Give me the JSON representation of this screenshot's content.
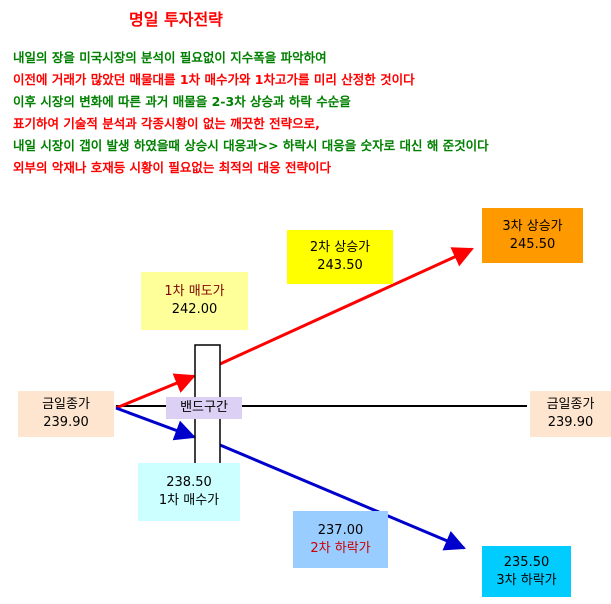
{
  "title": "명일 투자전략",
  "description_lines": [
    {
      "text": "내일의 장을 미국시장의 분석이 필요없이 지수폭을 파악하여",
      "color": "#008000"
    },
    {
      "text": "이전에 거래가 많았던 매물대를 1차 매수가와 1차고가를 미리 산정한 것이다",
      "color": "#ff0000"
    },
    {
      "text": "이후 시장의 변화에 따른 과거 매물을 2-3차 상승과 하락 수순을",
      "color": "#008000"
    },
    {
      "text": "표기하여 기술적  분석과 각종시황이 없는 깨끗한 전략으로,",
      "color": "#ff0000"
    },
    {
      "text": "내일 시장이 갭이 발생 하였을때 상승시 대응과>> 하락시 대응을 숫자로 대신 해 준것이다",
      "color": "#008000"
    },
    {
      "text": "외부의 악재나 호재등  시황이 필요없는 최적의 대응 전략이다",
      "color": "#ff0000"
    }
  ],
  "nodes": {
    "close_left": {
      "label": "금일종가",
      "value": "239.90",
      "bg": "#fde5cf"
    },
    "close_right": {
      "label": "금일종가",
      "value": "239.90",
      "bg": "#fde5cf"
    },
    "band": {
      "label": "밴드구간",
      "bg": "#ddd0f5"
    },
    "sell_1": {
      "label": "1차 매도가",
      "value": "242.00",
      "bg": "#ffff99",
      "label_color": "#800000"
    },
    "rise_2": {
      "label": "2차 상승가",
      "value": "243.50",
      "bg": "#ffff00"
    },
    "rise_3": {
      "label": "3차 상승가",
      "value": "245.50",
      "bg": "#ff9900"
    },
    "buy_1": {
      "label": "1차 매수가",
      "value": "238.50",
      "bg": "#ccffff"
    },
    "fall_2": {
      "label": "2차 하락가",
      "value": "237.00",
      "bg": "#99ccff",
      "label_color": "#cc0000"
    },
    "fall_3": {
      "label": "3차 하락가",
      "value": "235.50",
      "bg": "#00ccff"
    }
  },
  "colors": {
    "up_arrow": "#ff0000",
    "down_arrow": "#0000cc",
    "neutral_line": "#000000"
  }
}
